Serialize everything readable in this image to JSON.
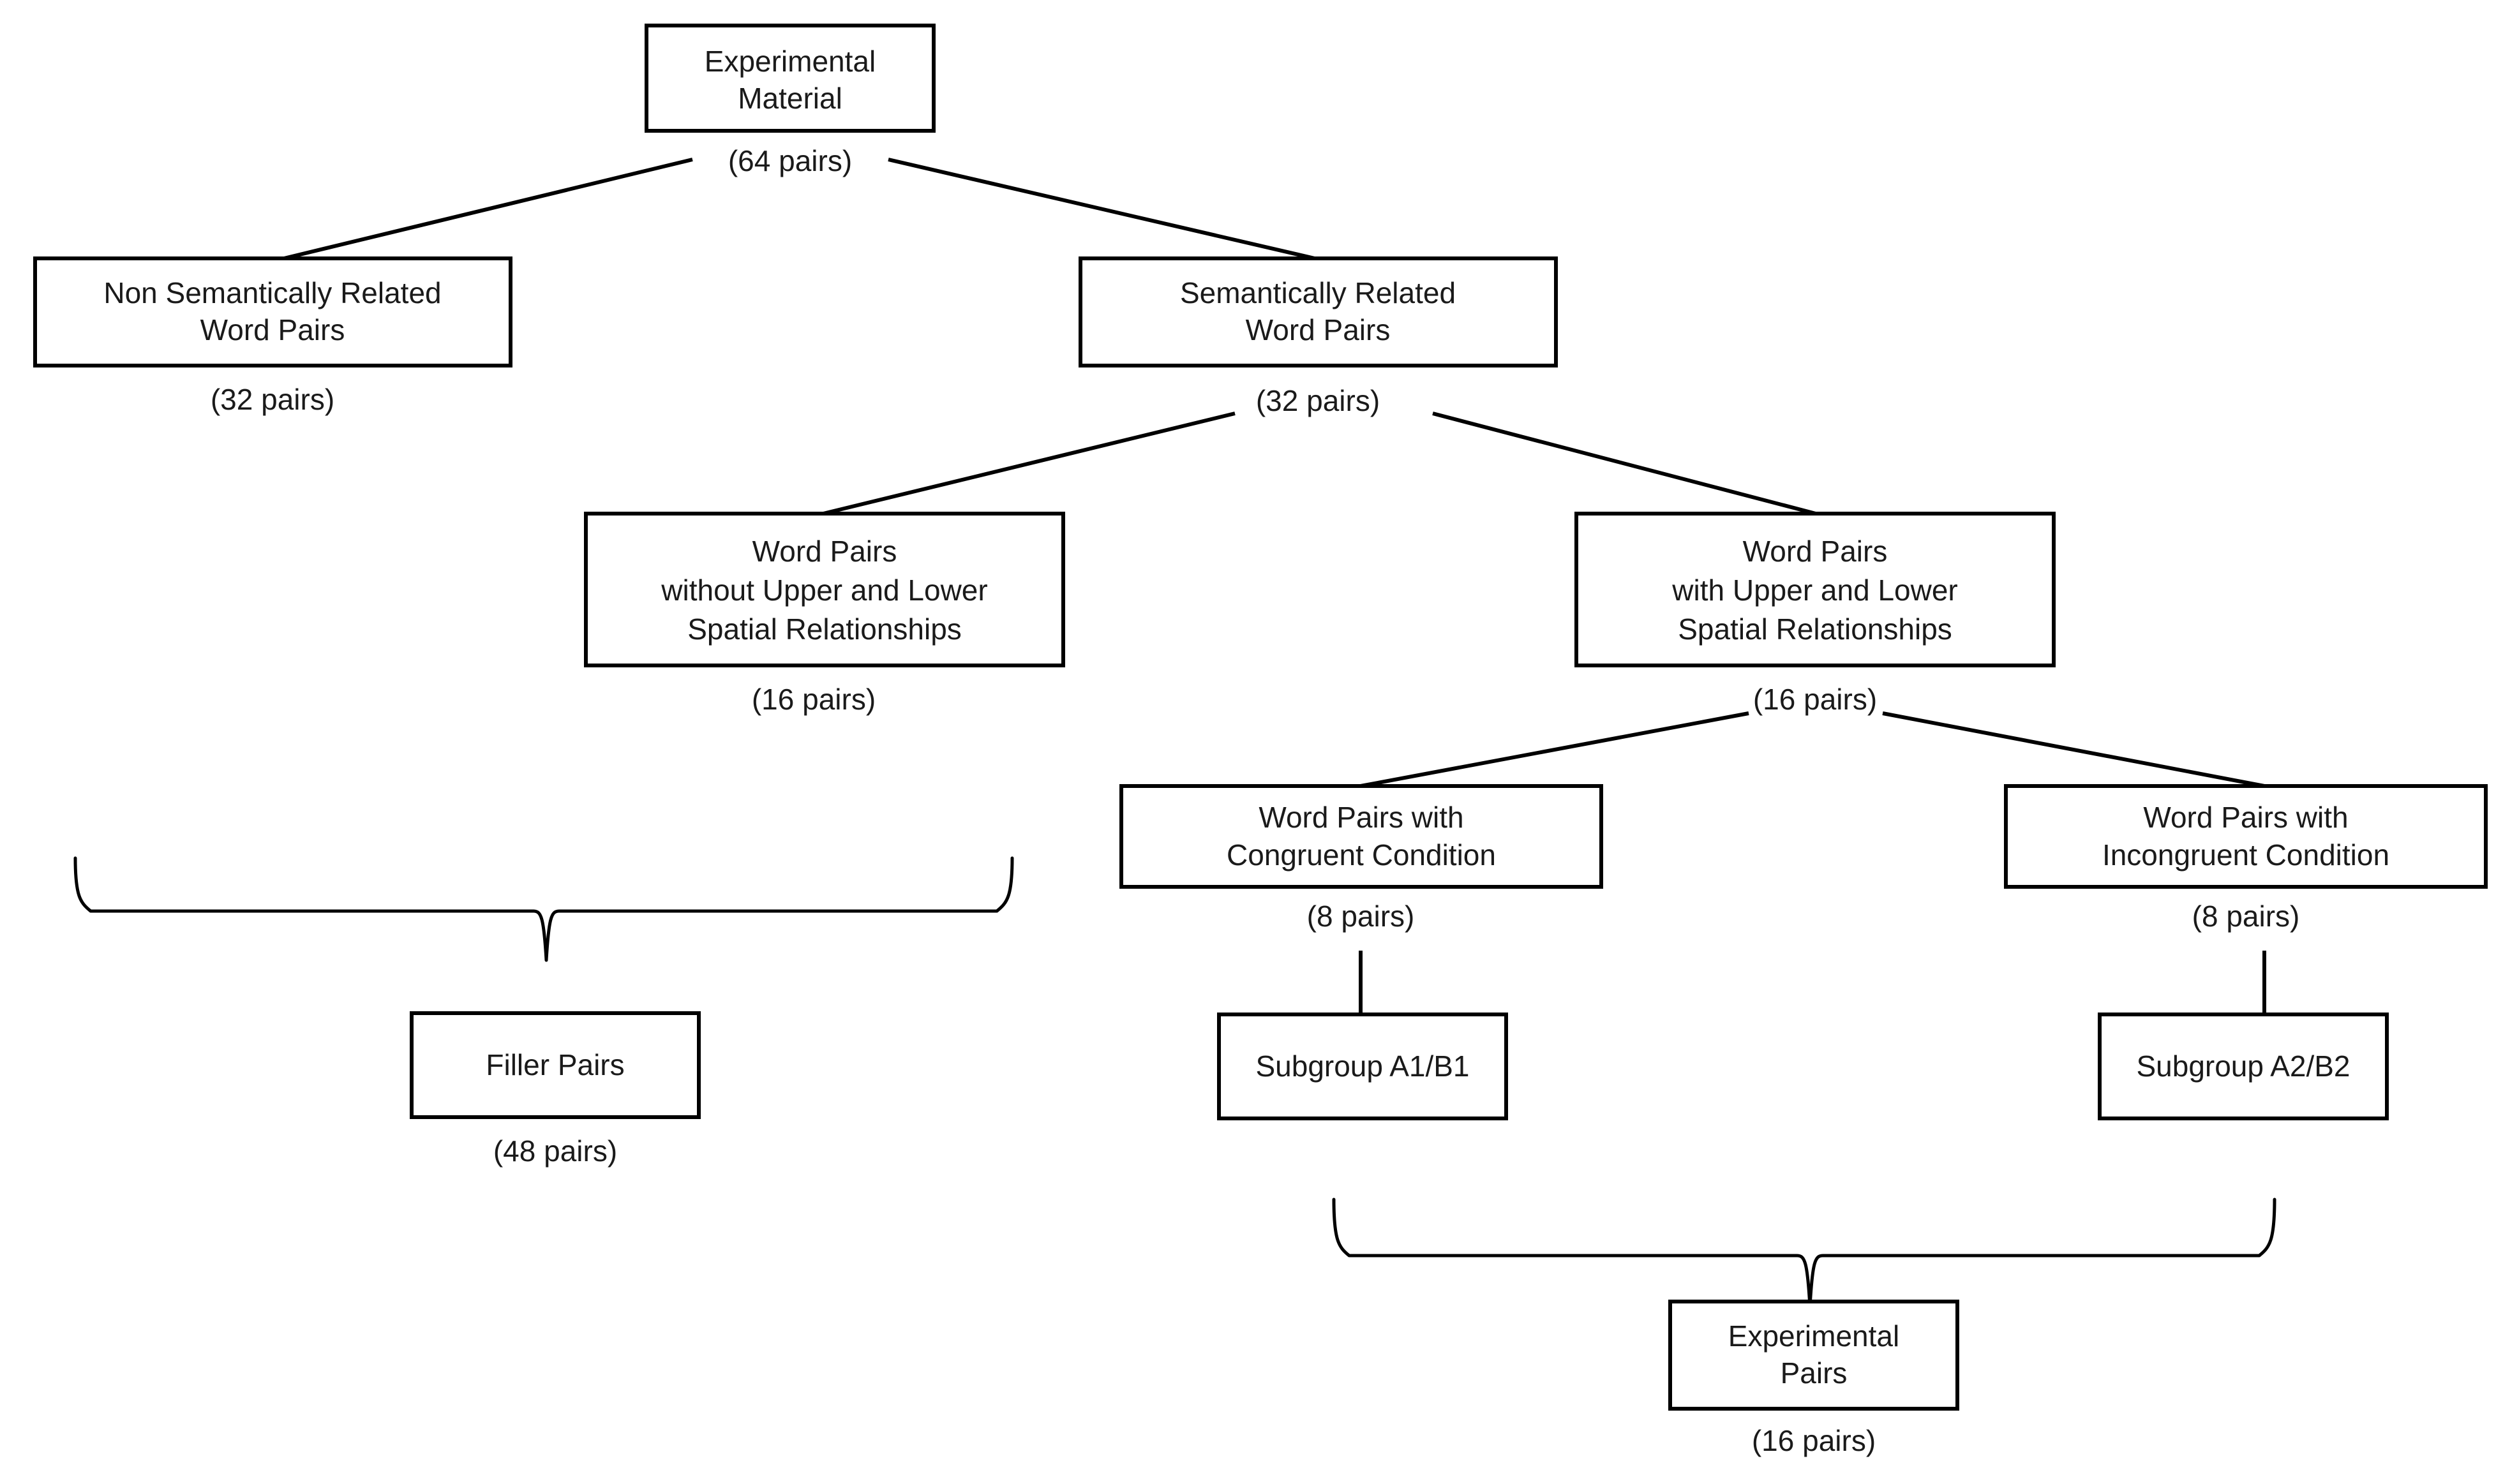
{
  "diagram": {
    "title": "Experimental Material Hierarchy",
    "colors": {
      "stroke": "#000000",
      "background": "#ffffff",
      "text": "#1a1a1a"
    },
    "nodes": {
      "root": {
        "line1": "Experimental",
        "line2": "Material",
        "count": "(64 pairs)"
      },
      "non_semantic": {
        "line1": "Non Semantically Related",
        "line2": "Word Pairs",
        "count": "(32 pairs)"
      },
      "semantic": {
        "line1": "Semantically Related",
        "line2": "Word Pairs",
        "count": "(32 pairs)"
      },
      "without_spatial": {
        "line1": "Word Pairs",
        "line2": "without Upper and Lower",
        "line3": "Spatial Relationships",
        "count": "(16 pairs)"
      },
      "with_spatial": {
        "line1": "Word Pairs",
        "line2": "with Upper and Lower",
        "line3": "Spatial Relationships",
        "count": "(16 pairs)"
      },
      "congruent": {
        "line1": "Word Pairs with",
        "line2": "Congruent Condition",
        "count": "(8 pairs)"
      },
      "incongruent": {
        "line1": "Word Pairs with",
        "line2": "Incongruent Condition",
        "count": "(8 pairs)"
      },
      "subgroup_1": {
        "line1": "Subgroup A1/B1"
      },
      "subgroup_2": {
        "line1": "Subgroup A2/B2"
      },
      "filler": {
        "line1": "Filler Pairs",
        "count": "(48 pairs)"
      },
      "experimental_pairs": {
        "line1": "Experimental",
        "line2": "Pairs",
        "count": "(16 pairs)"
      }
    }
  }
}
